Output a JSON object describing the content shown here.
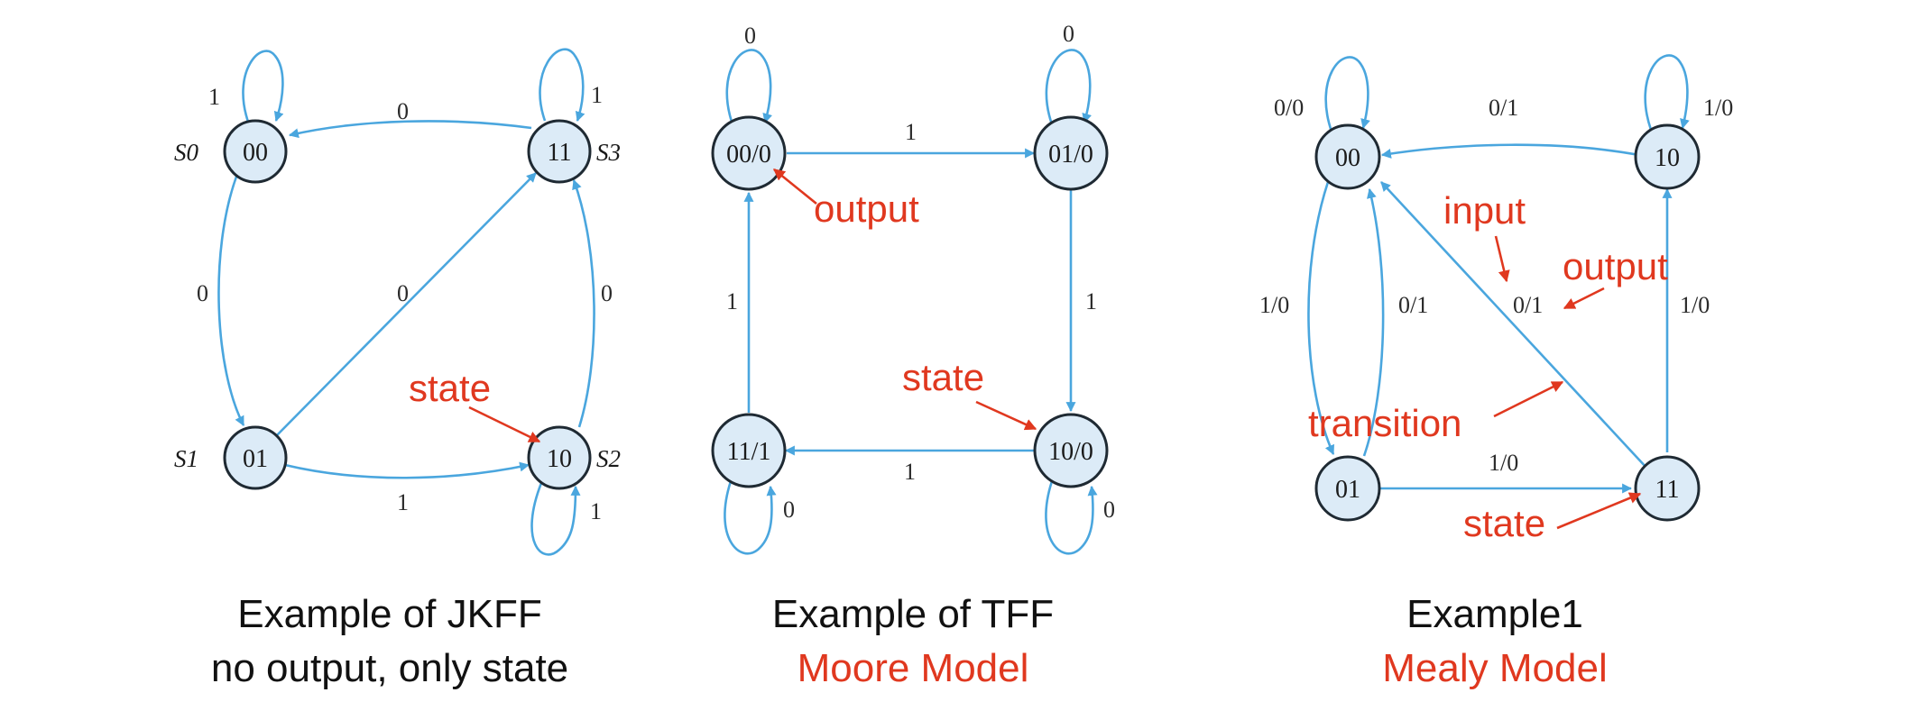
{
  "colors": {
    "edge": "#4aa6de",
    "node_fill": "#dcebf7",
    "node_stroke": "#1f2a33",
    "annotation": "#e0381f",
    "text": "#1a1a1a"
  },
  "jkff": {
    "nodes": {
      "s0": "00",
      "s1": "01",
      "s2": "10",
      "s3": "11"
    },
    "state_names": {
      "s0": "S0",
      "s1": "S1",
      "s2": "S2",
      "s3": "S3"
    },
    "edge_labels": {
      "s0_loop": "1",
      "s3_to_s0": "0",
      "s3_loop": "1",
      "s0_to_s1": "0",
      "s1_to_s3": "0",
      "s2_to_s3": "0",
      "s1_to_s2": "1",
      "s2_loop": "1"
    },
    "annotation_state": "state",
    "caption_line1": "Example of JKFF",
    "caption_line2": "no output, only state"
  },
  "tff": {
    "nodes": {
      "a": "00/0",
      "b": "01/0",
      "c": "10/0",
      "d": "11/1"
    },
    "edge_labels": {
      "a_loop": "0",
      "b_loop": "0",
      "a_to_b": "1",
      "b_to_c": "1",
      "c_to_d": "1",
      "d_to_a": "1",
      "c_loop": "0",
      "d_loop": "0"
    },
    "annotation_output": "output",
    "annotation_state": "state",
    "caption_line1": "Example of TFF",
    "caption_line2": "Moore Model"
  },
  "mealy": {
    "nodes": {
      "n00": "00",
      "n10": "10",
      "n01": "01",
      "n11": "11"
    },
    "edge_labels": {
      "n00_loop": "0/0",
      "n10_to_n00": "0/1",
      "n10_loop": "1/0",
      "n00_to_n01": "1/0",
      "n01_to_n00": "0/1",
      "n11_to_n00": "0/1",
      "n11_to_n10": "1/0",
      "n01_to_n11": "1/0"
    },
    "annotation_input": "input",
    "annotation_output": "output",
    "annotation_transition": "transition",
    "annotation_state": "state",
    "caption_line1": "Example1",
    "caption_line2": "Mealy Model"
  }
}
